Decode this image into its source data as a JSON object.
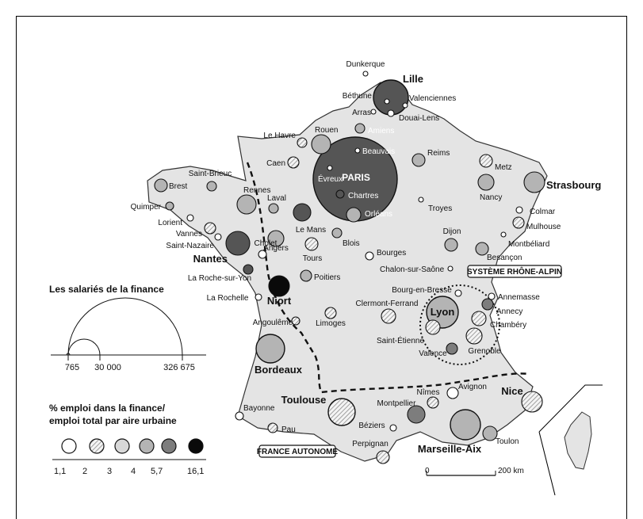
{
  "regions": {
    "system_rhone_alpin": "SYSTÈME RHÔNE-ALPIN",
    "france_autonome": "FRANCE AUTONOME"
  },
  "legend": {
    "size_title": "Les salariés de la finance",
    "size_values": [
      "765",
      "30 000",
      "326 675"
    ],
    "pct_title_1": "% emploi dans la finance/",
    "pct_title_2": "emploi total par aire urbaine",
    "pct_values": [
      "1,1",
      "2",
      "3",
      "4",
      "5,7",
      "16,1"
    ]
  },
  "scale": {
    "start": "0",
    "end": "200 km"
  },
  "colors": {
    "white": "#ffffff",
    "c2": "#d8d8d8",
    "c3": "#b4b4b4",
    "c4": "#7d7d7d",
    "c5": "#555555",
    "c6": "#0a0a0a",
    "land": "#e4e4e4"
  },
  "cities": [
    {
      "name": "Dunkerque",
      "cls": "w"
    },
    {
      "name": "Lille",
      "cls": "c5",
      "bold": true
    },
    {
      "name": "Béthune",
      "cls": "w"
    },
    {
      "name": "Valenciennes",
      "cls": "w"
    },
    {
      "name": "Arras",
      "cls": "w"
    },
    {
      "name": "Douai-Lens",
      "cls": "w"
    },
    {
      "name": "Amiens",
      "cls": "c3"
    },
    {
      "name": "Le Havre",
      "cls": "h"
    },
    {
      "name": "Rouen",
      "cls": "c3"
    },
    {
      "name": "Beauvais",
      "cls": "w"
    },
    {
      "name": "Reims",
      "cls": "c3"
    },
    {
      "name": "Caen",
      "cls": "h"
    },
    {
      "name": "PARIS",
      "cls": "c5",
      "bold": true
    },
    {
      "name": "Évreux",
      "cls": "w"
    },
    {
      "name": "Chartres",
      "cls": "c5"
    },
    {
      "name": "Orléans",
      "cls": "c3"
    },
    {
      "name": "Troyes",
      "cls": "w"
    },
    {
      "name": "Metz",
      "cls": "h"
    },
    {
      "name": "Strasbourg",
      "cls": "c3",
      "bold": true
    },
    {
      "name": "Nancy",
      "cls": "c3"
    },
    {
      "name": "Saint-Brieuc",
      "cls": "c3"
    },
    {
      "name": "Brest",
      "cls": "c3"
    },
    {
      "name": "Rennes",
      "cls": "c3"
    },
    {
      "name": "Quimper",
      "cls": "c3"
    },
    {
      "name": "Lorient",
      "cls": "w"
    },
    {
      "name": "Vannes",
      "cls": "h"
    },
    {
      "name": "Saint-Nazaire",
      "cls": "w"
    },
    {
      "name": "Nantes",
      "cls": "c5",
      "bold": true
    },
    {
      "name": "Laval",
      "cls": "c3"
    },
    {
      "name": "Le Mans",
      "cls": "c5"
    },
    {
      "name": "Angers",
      "cls": "c3"
    },
    {
      "name": "Tours",
      "cls": "h"
    },
    {
      "name": "Blois",
      "cls": "c3"
    },
    {
      "name": "Bourges",
      "cls": "w"
    },
    {
      "name": "Dijon",
      "cls": "c3"
    },
    {
      "name": "Colmar",
      "cls": "w"
    },
    {
      "name": "Mulhouse",
      "cls": "h"
    },
    {
      "name": "Montbéliard",
      "cls": "w"
    },
    {
      "name": "Besançon",
      "cls": "c3"
    },
    {
      "name": "Chalon-sur-Saône",
      "cls": "w"
    },
    {
      "name": "Cholet",
      "cls": "w"
    },
    {
      "name": "La Roche-sur-Yon",
      "cls": "c5"
    },
    {
      "name": "Niort",
      "cls": "c6",
      "bold": true
    },
    {
      "name": "Poitiers",
      "cls": "c3"
    },
    {
      "name": "La Rochelle",
      "cls": "w"
    },
    {
      "name": "Angoulême",
      "cls": "h"
    },
    {
      "name": "Limoges",
      "cls": "h"
    },
    {
      "name": "Bourg-en-Bresse",
      "cls": "w"
    },
    {
      "name": "Clermont-Ferrand",
      "cls": "h"
    },
    {
      "name": "Lyon",
      "cls": "c3",
      "bold": true
    },
    {
      "name": "Annemasse",
      "cls": "w"
    },
    {
      "name": "Annecy",
      "cls": "c4"
    },
    {
      "name": "Chambéry",
      "cls": "h"
    },
    {
      "name": "Saint-Étienne",
      "cls": "h"
    },
    {
      "name": "Grenoble",
      "cls": "h"
    },
    {
      "name": "Valence",
      "cls": "c4"
    },
    {
      "name": "Bordeaux",
      "cls": "c3",
      "bold": true
    },
    {
      "name": "Toulouse",
      "cls": "h",
      "bold": true
    },
    {
      "name": "Bayonne",
      "cls": "w"
    },
    {
      "name": "Pau",
      "cls": "h"
    },
    {
      "name": "Montpellier",
      "cls": "c4"
    },
    {
      "name": "Nîmes",
      "cls": "h"
    },
    {
      "name": "Avignon",
      "cls": "w"
    },
    {
      "name": "Béziers",
      "cls": "w"
    },
    {
      "name": "Perpignan",
      "cls": "h"
    },
    {
      "name": "Marseille-Aix",
      "cls": "c3",
      "bold": true
    },
    {
      "name": "Toulon",
      "cls": "c3"
    },
    {
      "name": "Nice",
      "cls": "h",
      "bold": true
    }
  ]
}
